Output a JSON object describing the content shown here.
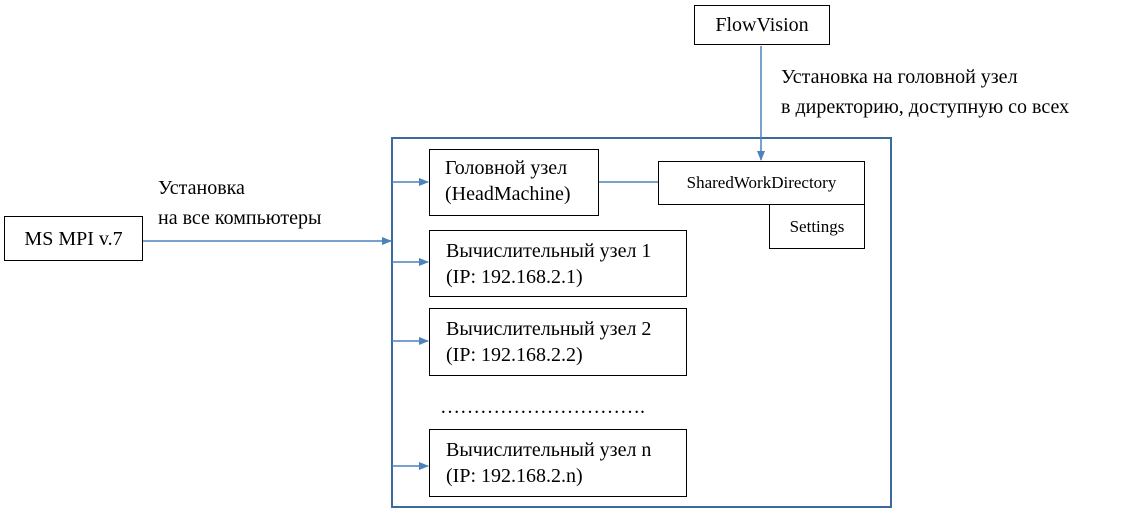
{
  "flowvision": {
    "label": "FlowVision"
  },
  "head_install_note": {
    "line1": "Установка на головной узел",
    "line2": "в директорию, доступную со всех"
  },
  "msmpi": {
    "label": "MS MPI v.7"
  },
  "all_install_note": {
    "line1": "Установка",
    "line2": "на все компьютеры"
  },
  "head_node": {
    "line1": "Головной узел",
    "line2": "(HeadMachine)"
  },
  "shared_dir": {
    "label": "SharedWorkDirectory"
  },
  "settings": {
    "label": "Settings"
  },
  "compute_nodes": [
    {
      "line1": "Вычислительный узел 1",
      "line2": "(IP: 192.168.2.1)"
    },
    {
      "line1": "Вычислительный узел 2",
      "line2": "(IP: 192.168.2.2)"
    },
    {
      "line1": "Вычислительный узел n",
      "line2": "(IP: 192.168.2.n)"
    }
  ],
  "ellipsis": {
    "text": "…………………………."
  },
  "colors": {
    "arrow": "#4f81bd",
    "cluster_border": "#3d6a9c"
  }
}
